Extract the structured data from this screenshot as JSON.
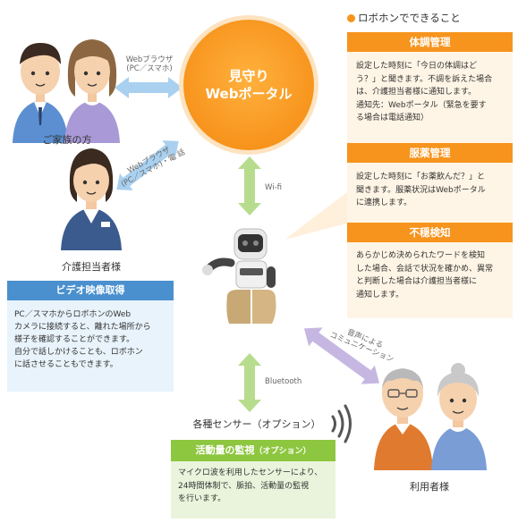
{
  "portal": {
    "line1": "見守り",
    "line2": "Webポータル"
  },
  "family": {
    "label": "ご家族の方"
  },
  "caregiver": {
    "label": "介護担当者様"
  },
  "users": {
    "label": "利用者様"
  },
  "sensors": {
    "label": "各種センサー（オプション）"
  },
  "links": {
    "family_portal_line1": "Webブラウザ",
    "family_portal_line2": "(PC／スマホ)",
    "caregiver_portal_line1": "Webブラウザ",
    "caregiver_portal_line2": "(PC／スマホ)・電 話",
    "wifi": "Wi-fi",
    "bluetooth": "Bluetooth",
    "voice_line1": "音声による",
    "voice_line2": "コミュニケーション"
  },
  "features": {
    "title": "ロボホンでできること",
    "items": [
      {
        "heading": "体調管理",
        "lines": [
          "設定した時刻に「今日の体調はど",
          "う？」と聞きます。不調を訴えた場合",
          "は、介護担当者様に通知します。",
          "通知先：Webポータル（緊急を要す",
          "る場合は電話通知）"
        ]
      },
      {
        "heading": "服薬管理",
        "lines": [
          "設定した時刻に「お薬飲んだ？」と",
          "聞きます。服薬状況はWebポータル",
          "に連携します。"
        ]
      },
      {
        "heading": "不穏検知",
        "lines": [
          "あらかじめ決められたワードを検知",
          "した場合、会話で状況を確かめ、異常",
          "と判断した場合は介護担当者様に",
          "通知します。"
        ]
      }
    ]
  },
  "video": {
    "heading": "ビデオ映像取得",
    "lines": [
      "PC／スマホからロボホンのWeb",
      "カメラに接続すると、離れた場所から",
      "様子を確認することができます。",
      "自分で話しかけることも、ロボホン",
      "に話させることもできます。"
    ]
  },
  "activity": {
    "heading_main": "活動量の監視",
    "heading_option": "（オプション）",
    "lines": [
      "マイクロ波を利用したセンサーにより、",
      "24時間体制で、脈拍、活動量の監視",
      "を行います。"
    ]
  },
  "colors": {
    "orange": "#f7941d",
    "blue": "#4a90cf",
    "green": "#8dc63f",
    "lavender": "#b9a7d8",
    "light_blue": "#a9d0ef"
  }
}
